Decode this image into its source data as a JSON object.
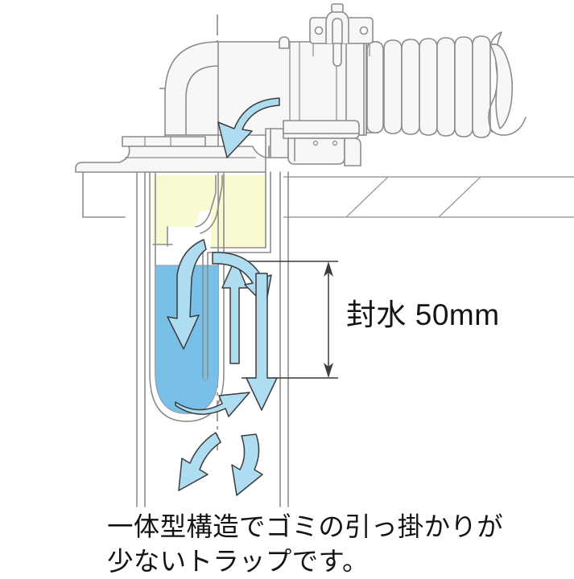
{
  "figure": {
    "type": "technical-cross-section",
    "subject": "floor drain trap with flexible hose connection",
    "background_color": "#ffffff",
    "line_color": "#808080",
    "text_color": "#141414"
  },
  "annotations": {
    "dimension_label": "封水 50mm",
    "dimension_value": 50,
    "dimension_unit": "mm",
    "dimension_term": "封水"
  },
  "caption": {
    "line1": "一体型構造でゴミの引っ掛かりが",
    "line2": "少ないトラップです。"
  },
  "colors": {
    "water_blue": "#79C0E8",
    "arrow_blue": "#AEDCF0",
    "chamber_yellow": "#FAFAD2",
    "body_fill": "#F7F7F7",
    "outline_gray": "#8C8C8C",
    "slab_line": "#8C8C8C",
    "arrow_stroke": "#3C3C3C",
    "dim_line": "#3C3C3C",
    "centerline": "#6E6E6E"
  },
  "parts": {
    "elbow_pipe": "elbow-pipe",
    "horizontal_pipe": "horizontal-pipe",
    "clamp_bracket": "clamp-bracket",
    "flexible_hose": "corrugated-flexible-hose",
    "hose_rib_count": 7,
    "top_flange": "top-flange-plate",
    "floor_slab": "floor-slab",
    "slab_hatch_count": 2,
    "trap_bowl": "trap-bowl",
    "upper_chamber": "upper-chamber",
    "standpipe": "standpipe",
    "drain_stack": "drain-stack"
  },
  "flow_arrows": [
    {
      "name": "inflow-down-arrow",
      "direction": "down",
      "shape": "curved"
    },
    {
      "name": "chamber-down-arrow",
      "direction": "down",
      "shape": "curved"
    },
    {
      "name": "water-up-arrow",
      "direction": "up",
      "shape": "straight"
    },
    {
      "name": "outflow-curve-arrow",
      "direction": "right-down",
      "shape": "curved"
    },
    {
      "name": "bowl-swirl-arrow",
      "direction": "right-up",
      "shape": "curved"
    },
    {
      "name": "stack-down-arrow",
      "direction": "down",
      "shape": "straight"
    },
    {
      "name": "exit-left-arrow",
      "direction": "down-left",
      "shape": "curved"
    },
    {
      "name": "exit-right-arrow",
      "direction": "down-right",
      "shape": "curved"
    }
  ]
}
